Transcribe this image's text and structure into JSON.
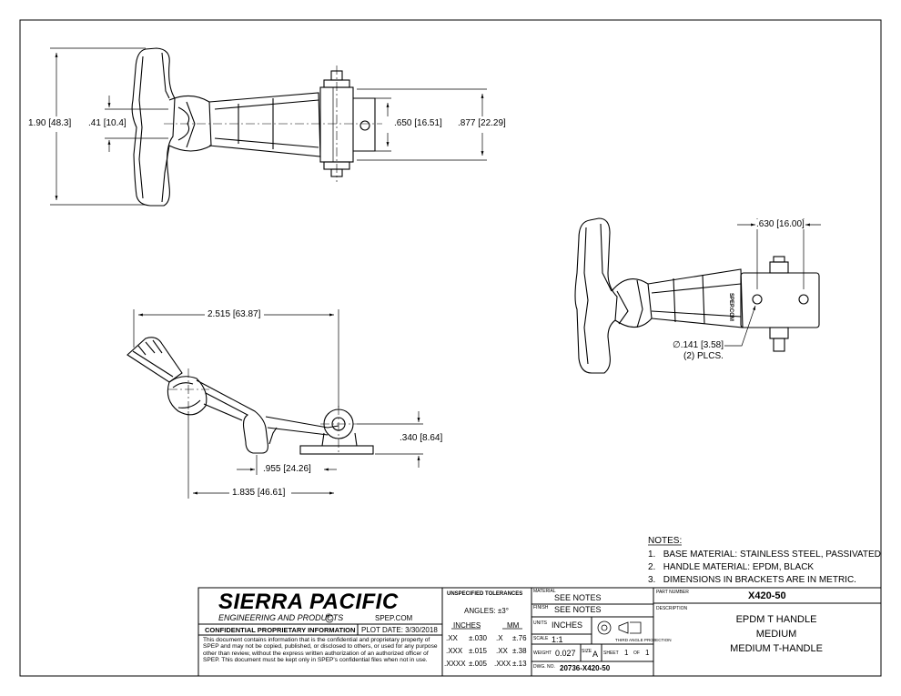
{
  "views": {
    "top": {
      "overall_height": "1.90",
      "overall_height_mm": "[48.3]",
      "neck": ".41",
      "neck_mm": "[10.4]",
      "bracket_inner": ".650",
      "bracket_inner_mm": "[16.51]",
      "bracket_outer": ".877",
      "bracket_outer_mm": "[22.29]"
    },
    "side": {
      "overall_length": "2.515",
      "overall_length_mm": "[63.87]",
      "pivot_height": ".340",
      "pivot_height_mm": "[8.64]",
      "hook_offset": ".955",
      "hook_offset_mm": "[24.26]",
      "pivot_distance": "1.835",
      "pivot_distance_mm": "[46.61]"
    },
    "iso": {
      "hole_spacing": ".630",
      "hole_spacing_mm": "[16.00]",
      "hole_dia": "∅.141",
      "hole_dia_mm": "[3.58]",
      "hole_count": "(2) PLCS.",
      "engraving": "SPEP.COM"
    }
  },
  "notes": {
    "heading": "NOTES:",
    "items": [
      {
        "num": "1.",
        "text": "BASE MATERIAL: STAINLESS STEEL, PASSIVATED"
      },
      {
        "num": "2.",
        "text": "HANDLE MATERIAL: EPDM, BLACK"
      },
      {
        "num": "3.",
        "text": "DIMENSIONS IN BRACKETS ARE IN METRIC."
      }
    ]
  },
  "title_block": {
    "company": "SIERRA PACIFIC",
    "company_sub": "ENGINEERING AND PRODUCTS",
    "registered": "®",
    "website": "SPEP.COM",
    "confidential_label": "CONFIDENTIAL PROPRIETARY INFORMATION",
    "plot_date_label": "PLOT DATE:",
    "plot_date": "3/30/2018",
    "disclaimer": "This document contains information that is the confidential and proprietary property of SPEP and may not be copied, published, or disclosed to others, or used for any purpose  other than review, without the express written authorization of an authorized officer of SPEP. This document must be kept only in SPEP's confidential files when not in use.",
    "tolerances_label": "UNSPECIFIED TOLERANCES",
    "angles": "ANGLES: ±3°",
    "inches_label": "INCHES",
    "mm_label": "MM",
    "tol_rows": [
      {
        "in_fmt": ".XX",
        "in_tol": "±.030",
        "mm_fmt": ".X",
        "mm_tol": "±.76"
      },
      {
        "in_fmt": ".XXX",
        "in_tol": "±.015",
        "mm_fmt": ".XX",
        "mm_tol": "±.38"
      },
      {
        "in_fmt": ".XXXX",
        "in_tol": "±.005",
        "mm_fmt": ".XXX",
        "mm_tol": "±.13"
      }
    ],
    "material_label": "MATERIAL",
    "material": "SEE NOTES",
    "finish_label": "FINISH",
    "finish": "SEE NOTES",
    "units_label": "UNITS",
    "units": "INCHES",
    "projection": "THIRD ANGLE PROJECTION",
    "scale_label": "SCALE",
    "scale": "1:1",
    "weight_label": "WEIGHT",
    "weight": "0.027",
    "size_label": "SIZE",
    "size": "A",
    "sheet_label": "SHEET",
    "sheet": "1",
    "of_label": "OF",
    "sheet_total": "1",
    "dwg_label": "DWG. NO.",
    "dwg_no": "20736-X420-50",
    "part_number_label": "PART NUMBER",
    "part_number": "X420-50",
    "description_label": "DESCRIPTION",
    "description": [
      "EPDM T HANDLE",
      "MEDIUM",
      "MEDIUM T-HANDLE"
    ]
  }
}
